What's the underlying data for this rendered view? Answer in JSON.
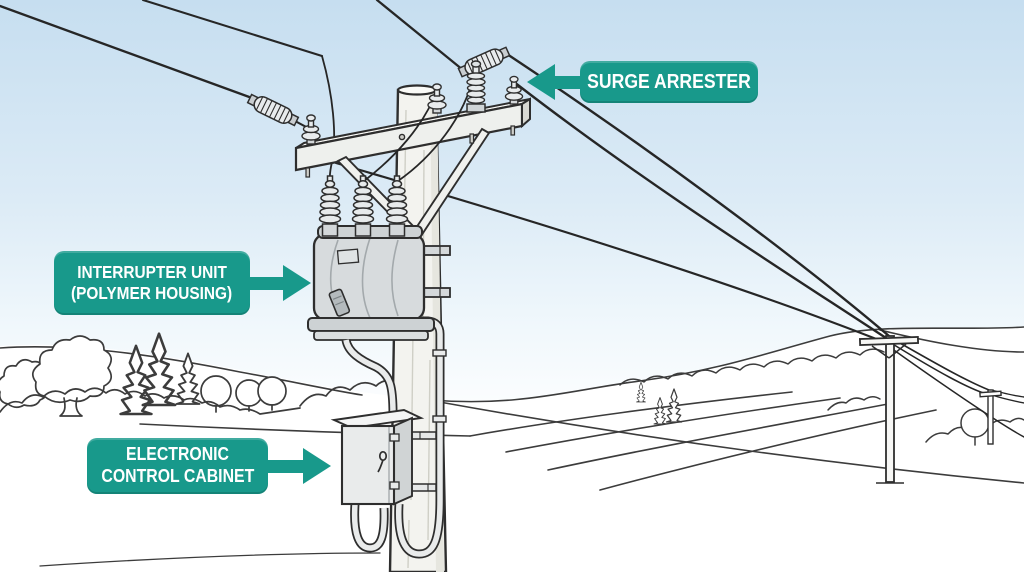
{
  "diagram": {
    "labels": {
      "surge_arrester": {
        "text": "SURGE ARRESTER"
      },
      "interrupter_unit": {
        "line1": "INTERRUPTER UNIT",
        "line2": "(POLYMER HOUSING)"
      },
      "control_cabinet": {
        "line1": "ELECTRONIC",
        "line2": "CONTROL CABINET"
      }
    },
    "colors": {
      "callout_background": "#18998b",
      "callout_text": "#ffffff",
      "sky_top": "#c6def0",
      "sky_bottom": "#ffffff",
      "line_art": "#2e2e2e"
    }
  }
}
